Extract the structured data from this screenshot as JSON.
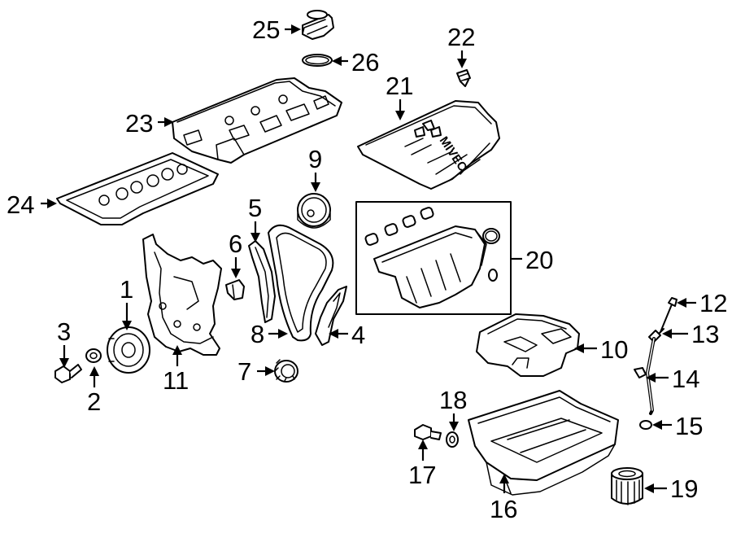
{
  "diagram": {
    "callouts": [
      {
        "id": "1",
        "label": "1"
      },
      {
        "id": "2",
        "label": "2"
      },
      {
        "id": "3",
        "label": "3"
      },
      {
        "id": "4",
        "label": "4"
      },
      {
        "id": "5",
        "label": "5"
      },
      {
        "id": "6",
        "label": "6"
      },
      {
        "id": "7",
        "label": "7"
      },
      {
        "id": "8",
        "label": "8"
      },
      {
        "id": "9",
        "label": "9"
      },
      {
        "id": "10",
        "label": "10"
      },
      {
        "id": "11",
        "label": "11"
      },
      {
        "id": "12",
        "label": "12"
      },
      {
        "id": "13",
        "label": "13"
      },
      {
        "id": "14",
        "label": "14"
      },
      {
        "id": "15",
        "label": "15"
      },
      {
        "id": "16",
        "label": "16"
      },
      {
        "id": "17",
        "label": "17"
      },
      {
        "id": "18",
        "label": "18"
      },
      {
        "id": "19",
        "label": "19"
      },
      {
        "id": "20",
        "label": "20"
      },
      {
        "id": "21",
        "label": "21"
      },
      {
        "id": "22",
        "label": "22"
      },
      {
        "id": "23",
        "label": "23"
      },
      {
        "id": "24",
        "label": "24"
      },
      {
        "id": "25",
        "label": "25"
      },
      {
        "id": "26",
        "label": "26"
      }
    ],
    "engine_cover_logo": "MIVEC"
  }
}
